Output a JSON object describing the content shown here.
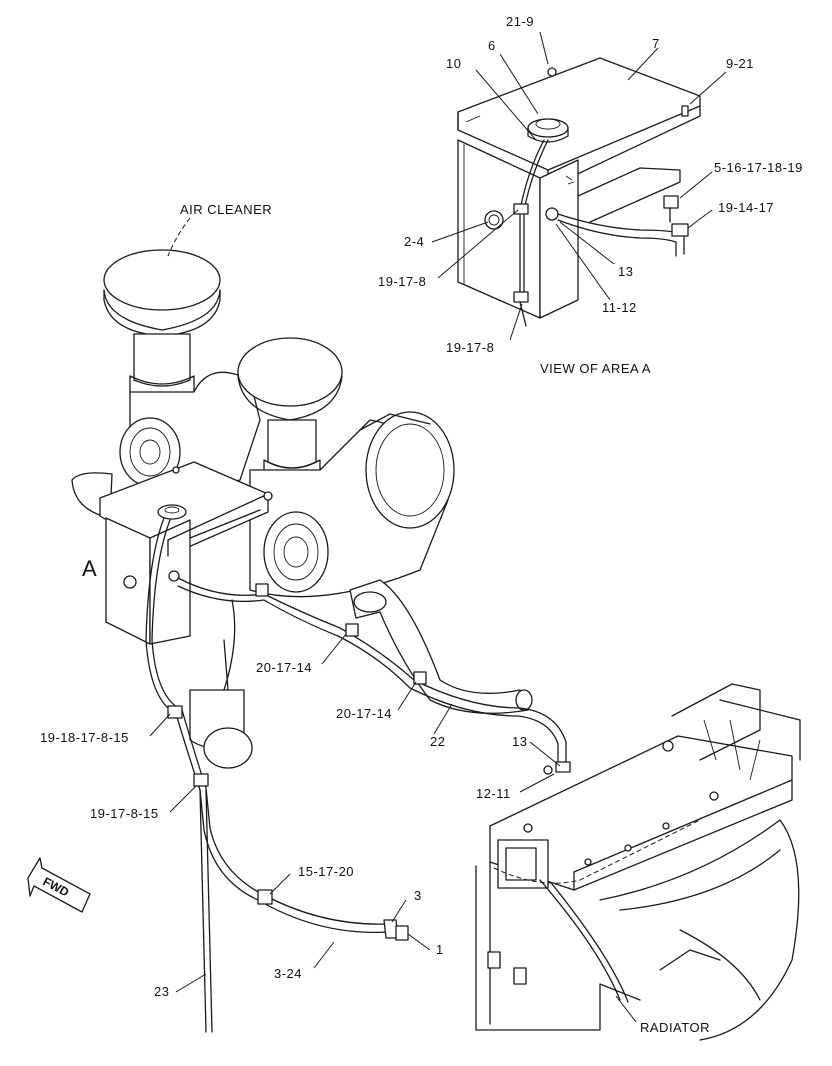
{
  "labels": {
    "air_cleaner": "AIR CLEANER",
    "area_a": "A",
    "view_of_area_a": "VIEW OF AREA A",
    "radiator": "RADIATOR",
    "fwd": "FWD"
  },
  "callouts": {
    "c21_9": "21-9",
    "c6": "6",
    "c7": "7",
    "c10": "10",
    "c9_21": "9-21",
    "c5_16_17_18_19": "5-16-17-18-19",
    "c19_14_17": "19-14-17",
    "c2_4": "2-4",
    "c13_top": "13",
    "c19_17_8_top": "19-17-8",
    "c11_12": "11-12",
    "c19_17_8_bottom": "19-17-8",
    "c20_17_14_a": "20-17-14",
    "c20_17_14_b": "20-17-14",
    "c22": "22",
    "c13_mid": "13",
    "c12_11": "12-11",
    "c19_18_17_8_15": "19-18-17-8-15",
    "c19_17_8_15": "19-17-8-15",
    "c15_17_20": "15-17-20",
    "c3": "3",
    "c1": "1",
    "c3_24": "3-24",
    "c23": "23"
  }
}
